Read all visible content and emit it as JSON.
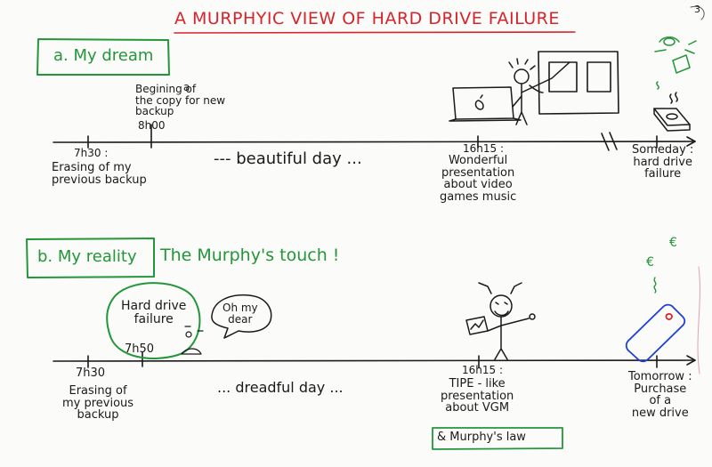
{
  "title": "A MURPHYIC VIEW OF HARD DRIVE FAILURE",
  "page_number": "3",
  "colors": {
    "red": "#d6242c",
    "green": "#23963a",
    "ink": "#1a1a1a",
    "blue": "#1c3fd6",
    "paper": "#fbfbf9"
  },
  "dream": {
    "label": "a. My dream",
    "events": {
      "start_time": "7h30 :",
      "erase": "Erasing of my\nprevious backup",
      "copy_time": "8h00",
      "copy": "Begining of\nthe copy for new\nbackup",
      "copy_insert": "a",
      "middle": "--- beautiful day ...",
      "pres_time": "16h15 :",
      "pres": "Wonderful\npresentation\nabout video\ngames music",
      "end": "Someday :\nhard drive\nfailure"
    }
  },
  "reality": {
    "label": "b. My reality",
    "subtitle": "The Murphy's touch !",
    "events": {
      "start_time": "7h30",
      "erase": "Erasing of\nmy previous\nbackup",
      "failure": "Hard drive\nfailure",
      "failure_time": "7h50",
      "exclaim": "Oh my\ndear",
      "middle": "... dreadful day ...",
      "pres_time": "16h15 :",
      "pres": "TIPE - like\npresentation\nabout VGM",
      "murphy_law": "& Murphy's law",
      "end": "Tomorrow :\nPurchase\nof a\nnew drive"
    }
  },
  "icons": [
    "laptop-icon",
    "presenter-figure-icon",
    "slide-board-icon",
    "hard-drive-icon",
    "flying-money-icon",
    "stressed-figure-icon",
    "smartphone-icon",
    "euro-sign-icon"
  ]
}
